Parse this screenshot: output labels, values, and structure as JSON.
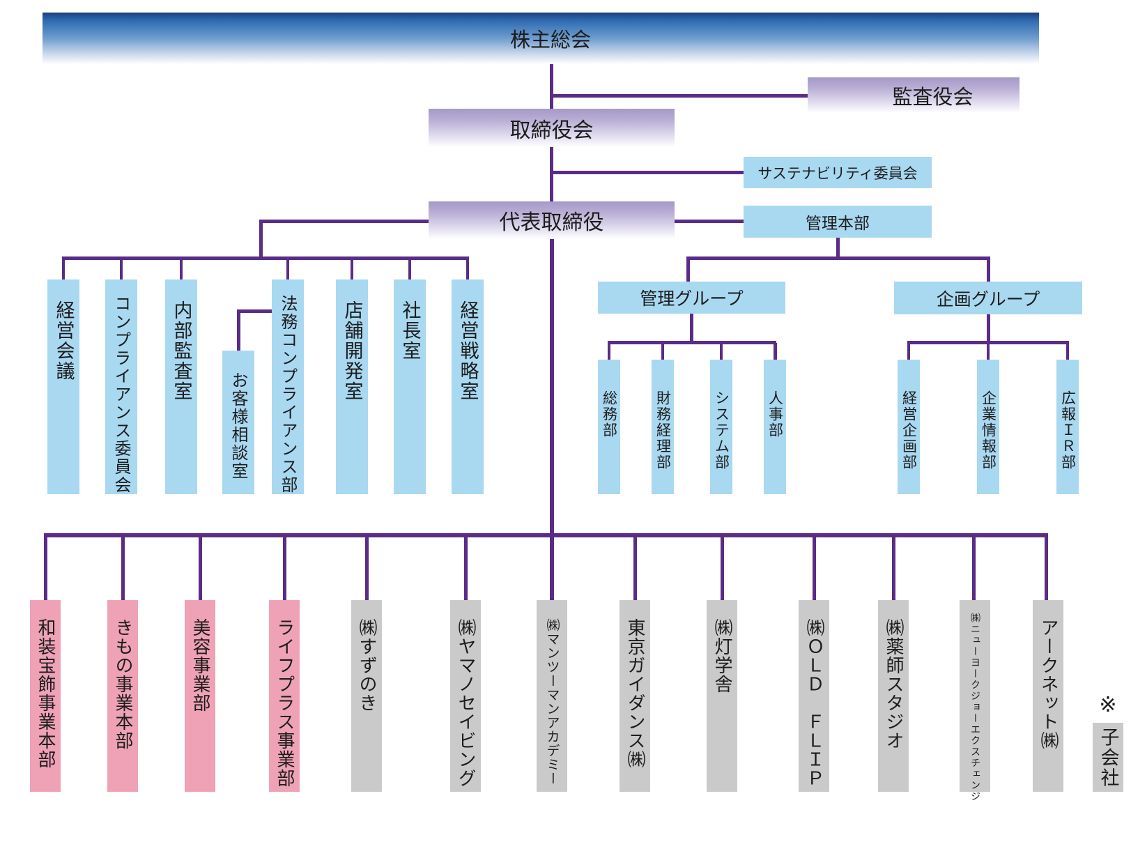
{
  "chart_type": "organization-chart",
  "nodes": {
    "shareholders": "株主総会",
    "audit_board": "監査役会",
    "board_of_directors": "取締役会",
    "sustainability_committee": "サステナビリティ委員会",
    "representative_director": "代表取締役",
    "admin_hq": "管理本部",
    "management_meeting": "経営会議",
    "compliance_committee": "コンプライアンス委員会",
    "internal_audit_office": "内部監査室",
    "customer_consultation_office": "お客様相談室",
    "legal_compliance_dept": "法務コンプライアンス部",
    "store_development_office": "店舗開発室",
    "presidents_office": "社長室",
    "management_strategy_office": "経営戦略室",
    "management_group": "管理グループ",
    "planning_group": "企画グループ",
    "general_affairs_dept": "総務部",
    "finance_accounting_dept": "財務経理部",
    "system_dept": "システム部",
    "hr_dept": "人事部",
    "corporate_planning_dept": "経営企画部",
    "corporate_info_dept": "企業情報部",
    "pr_ir_dept": "広報ＩＲ部",
    "wasou_jewelry_div": "和装宝飾事業本部",
    "kimono_div": "きもの事業本部",
    "beauty_div": "美容事業部",
    "lifeplus_div": "ライフプラス事業部",
    "suzunoki": "㈱すずのき",
    "yamano_saving": "㈱ヤマノセイビング",
    "man_to_man_academy": "㈱マンツーマンアカデミー",
    "tokyo_guidance": "東京ガイダンス㈱",
    "tougakusha": "㈱灯学舎",
    "old_flip": "㈱ＯＬＤ　ＦＬＩＰ",
    "yakushi_studio": "㈱薬師スタジオ",
    "new_york_joe_exchange": "㈱ニューヨークジョーエクスチェンジ",
    "arknet": "アークネット㈱",
    "subsidiary_mark": "※",
    "subsidiary_label": "子会社"
  },
  "colors": {
    "box_light_blue": "#a9d8f1",
    "box_pink": "#efa2b6",
    "box_gray": "#cacaca",
    "connector_purple": "#5b2c87",
    "gradient_blue_top": "#1f3f7d",
    "gradient_purple_top": "#a598c9"
  }
}
